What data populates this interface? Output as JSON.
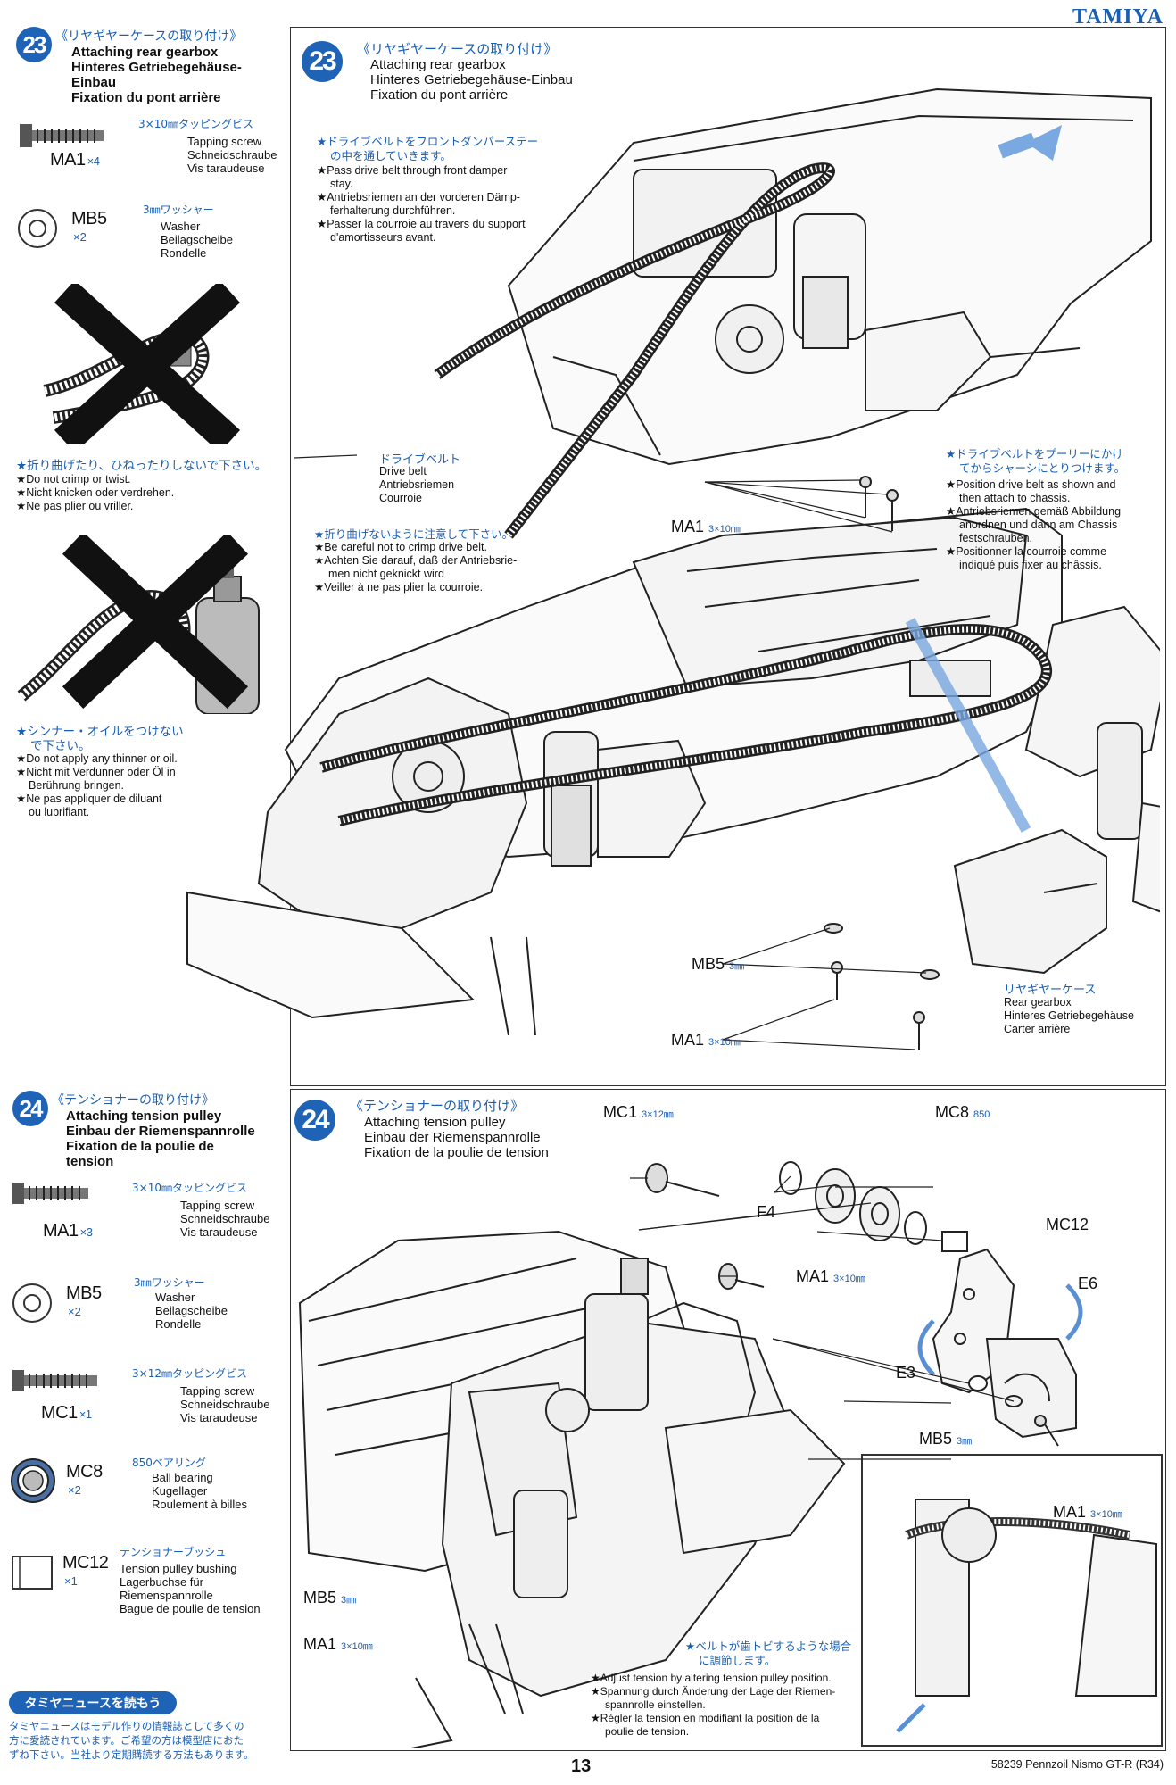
{
  "brand": "TAMIYA",
  "page_number": "13",
  "footer_model": "58239 Pennzoil Nismo GT-R (R34)",
  "step23": {
    "num": "23",
    "title_jp": "《リヤギヤーケースの取り付け》",
    "title_en": "Attaching rear gearbox",
    "title_de": "Hinteres Getriebegehäuse-Einbau",
    "title_de_split1": "Hinteres Getriebegehäuse-",
    "title_de_split2": "Einbau",
    "title_fr": "Fixation du pont arrière",
    "parts": [
      {
        "code": "MA1",
        "qty": "×4",
        "size_jp": "3×10㎜タッピングビス",
        "en": "Tapping screw",
        "de": "Schneidschraube",
        "fr": "Vis taraudeuse"
      },
      {
        "code": "MB5",
        "qty": "×2",
        "size_jp": "3㎜ワッシャー",
        "en": "Washer",
        "de": "Beilagscheibe",
        "fr": "Rondelle"
      }
    ],
    "warn1_jp": "★折り曲げたり、ひねったりしないで下さい。",
    "warn1": [
      "★Do not crimp or twist.",
      "★Nicht knicken oder verdrehen.",
      "★Ne pas plier ou vriller."
    ],
    "warn2_jp1": "★シンナー・オイルをつけない",
    "warn2_jp2": "で下さい。",
    "warn2": [
      "★Do not apply any thinner or oil.",
      "★Nicht mit Verdünner oder Öl in",
      "Berührung bringen.",
      "★Ne pas appliquer de diluant",
      "ou lubrifiant."
    ],
    "note1_jp1": "★ドライブベルトをフロントダンパーステー",
    "note1_jp2": "の中を通していきます。",
    "note1": [
      "★Pass drive belt through front damper",
      "stay.",
      "★Antriebsriemen an der vorderen Dämp-",
      "ferhalterung durchführen.",
      "★Passer la courroie au travers du support",
      "d'amortisseurs avant."
    ],
    "drive_belt_jp": "ドライブベルト",
    "drive_belt": [
      "Drive belt",
      "Antriebsriemen",
      "Courroie"
    ],
    "note2_jp": "★折り曲げないように注意して下さい。",
    "note2": [
      "★Be careful not to crimp drive belt.",
      "★Achten Sie darauf, daß der Antriebsrie-",
      "men nicht geknickt wird",
      "★Veiller à ne pas plier la courroie."
    ],
    "note3_jp1": "★ドライブベルトをプーリーにかけ",
    "note3_jp2": "てからシャーシにとりつけます。",
    "note3": [
      "★Position drive belt as shown and",
      "then attach to chassis.",
      "★Antriebsriemen gemäß Abbildung",
      "anordnen und dann am Chassis",
      "festschrauben.",
      "★Positionner la courroie comme",
      "indiqué puis fixer au châssis."
    ],
    "callouts": {
      "ma1": "MA1",
      "ma1_size": "3×10㎜",
      "mb5": "MB5",
      "mb5_size": "3㎜"
    },
    "gearbox_jp": "リヤギヤーケース",
    "gearbox": [
      "Rear gearbox",
      "Hinteres Getriebegehäuse",
      "Carter arrière"
    ]
  },
  "step24": {
    "num": "24",
    "title_jp": "《テンショナーの取り付け》",
    "title_en": "Attaching tension pulley",
    "title_de": "Einbau der Riemenspannrolle",
    "title_fr": "Fixation de la poulie de tension",
    "title_fr1": "Fixation de la poulie de",
    "title_fr2": "tension",
    "parts": [
      {
        "code": "MA1",
        "qty": "×3",
        "size_jp": "3×10㎜タッピングビス",
        "en": "Tapping screw",
        "de": "Schneidschraube",
        "fr": "Vis taraudeuse"
      },
      {
        "code": "MB5",
        "qty": "×2",
        "size_jp": "3㎜ワッシャー",
        "en": "Washer",
        "de": "Beilagscheibe",
        "fr": "Rondelle"
      },
      {
        "code": "MC1",
        "qty": "×1",
        "size_jp": "3×12㎜タッピングビス",
        "en": "Tapping screw",
        "de": "Schneidschraube",
        "fr": "Vis taraudeuse"
      },
      {
        "code": "MC8",
        "qty": "×2",
        "size_jp": "850ベアリング",
        "en": "Ball bearing",
        "de": "Kugellager",
        "fr": "Roulement à billes"
      },
      {
        "code": "MC12",
        "qty": "×1",
        "size_jp": "テンショナーブッシュ",
        "en": "Tension pulley bushing",
        "de": "Lagerbuchse für",
        "de2": "Riemenspannrolle",
        "fr": "Bague de poulie de tension"
      }
    ],
    "callouts": {
      "mc1": "MC1",
      "mc1_size": "3×12㎜",
      "mc8": "MC8",
      "mc8_size": "850",
      "f4": "F4",
      "mc12": "MC12",
      "ma1": "MA1",
      "ma1_size": "3×10㎜",
      "e6": "E6",
      "e3": "E3",
      "mb5": "MB5",
      "mb5_size": "3㎜"
    },
    "note_jp1": "★ベルトが歯トビするような場合",
    "note_jp2": "に調節します。",
    "note": [
      "★Adjust tension by altering tension pulley position.",
      "★Spannung durch Änderung der Lage der Riemen-",
      "spannrolle einstellen.",
      "★Régler la tension en modifiant la position de la",
      "poulie de tension."
    ]
  },
  "news": {
    "title": "タミヤニュースを読もう",
    "body1": "タミヤニュースはモデル作りの情報誌として多くの",
    "body2": "方に愛読されています。ご希望の方は模型店におた",
    "body3": "ずね下さい。当社より定期購読する方法もあります。"
  }
}
